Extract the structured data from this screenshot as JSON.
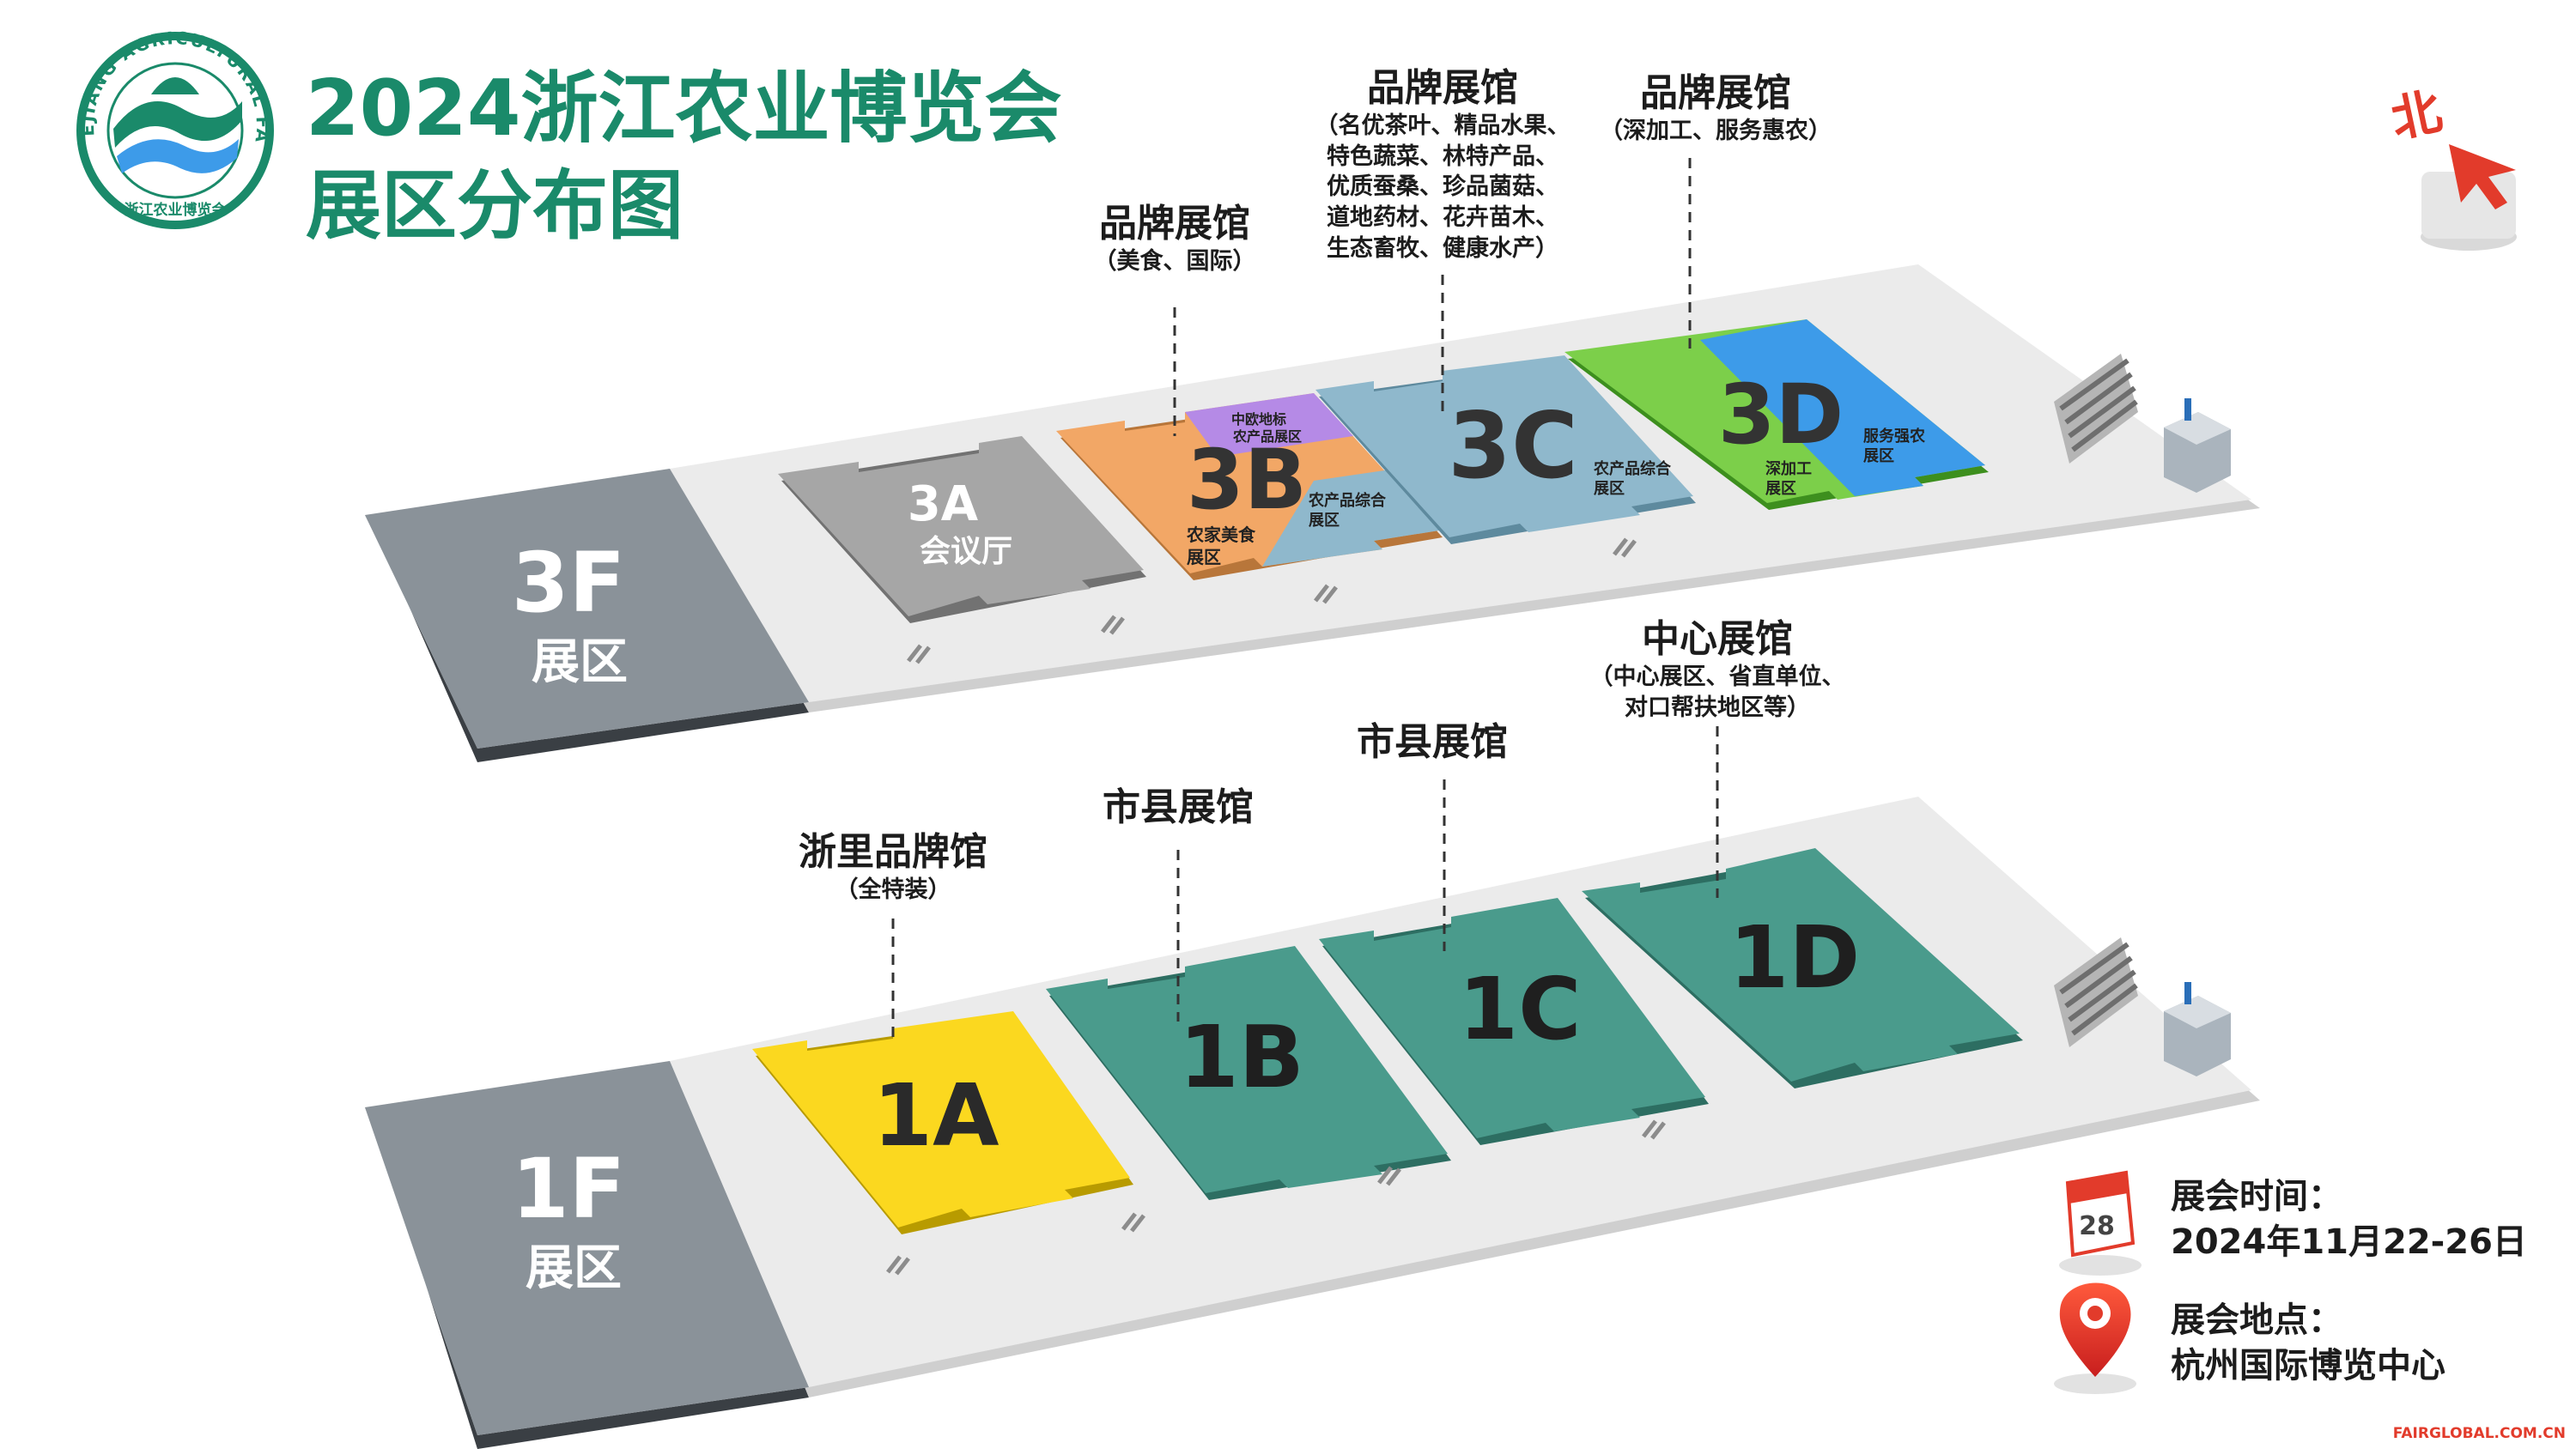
{
  "header": {
    "logo_ring_text": "ZHEJIANG AGRICULTURAL FAIR",
    "logo_bottom_text": "浙江农业博览会",
    "title_line1": "2024浙江农业博览会",
    "title_line2": "展区分布图"
  },
  "compass": {
    "label": "北"
  },
  "floors": [
    {
      "id": "3F",
      "name": "3F",
      "subtitle": "展区"
    },
    {
      "id": "1F",
      "name": "1F",
      "subtitle": "展区"
    }
  ],
  "halls": [
    {
      "id": "3A",
      "label": "3A",
      "sub": "会议厅",
      "color": "#a6a6a6"
    },
    {
      "id": "3B",
      "label": "3B",
      "color": "#f2a766",
      "zones": [
        {
          "name": "中欧地标农产品展区",
          "line1": "中欧地标",
          "line2": "农产品展区",
          "color": "#b58ae6"
        },
        {
          "name": "农产品综合展区",
          "line1": "农产品综合",
          "line2": "展区",
          "color": "#8fb8cc"
        },
        {
          "name": "农家美食展区",
          "line1": "农家美食",
          "line2": "展区",
          "color": "#f2a766"
        }
      ]
    },
    {
      "id": "3C",
      "label": "3C",
      "color": "#8fb8cc",
      "zones": [
        {
          "name": "农产品综合展区",
          "line1": "农产品综合",
          "line2": "展区"
        }
      ]
    },
    {
      "id": "3D",
      "label": "3D",
      "color": "#7ccf4a",
      "zones": [
        {
          "name": "深加工展区",
          "line1": "深加工",
          "line2": "展区",
          "color": "#7ccf4a"
        },
        {
          "name": "服务强农展区",
          "line1": "服务强农",
          "line2": "展区",
          "color": "#3d9be9"
        }
      ]
    },
    {
      "id": "1A",
      "label": "1A",
      "color": "#fbd81f"
    },
    {
      "id": "1B",
      "label": "1B",
      "color": "#4a9b8c"
    },
    {
      "id": "1C",
      "label": "1C",
      "color": "#4a9b8c"
    },
    {
      "id": "1D",
      "label": "1D",
      "color": "#4a9b8c"
    }
  ],
  "pavilions": {
    "p3b": {
      "title": "品牌展馆",
      "sub": [
        "（美食、国际）"
      ]
    },
    "p3c": {
      "title": "品牌展馆",
      "sub": [
        "（名优茶叶、精品水果、",
        "特色蔬菜、林特产品、",
        "优质蚕桑、珍品菌菇、",
        "道地药材、花卉苗木、",
        "生态畜牧、健康水产）"
      ]
    },
    "p3d": {
      "title": "品牌展馆",
      "sub": [
        "（深加工、服务惠农）"
      ]
    },
    "p1a": {
      "title": "浙里品牌馆",
      "sub": [
        "（全特装）"
      ]
    },
    "p1b": {
      "title": "市县展馆",
      "sub": []
    },
    "p1c": {
      "title": "市县展馆",
      "sub": []
    },
    "p1d": {
      "title": "中心展馆",
      "sub": [
        "（中心展区、省直单位、",
        "对口帮扶地区等）"
      ]
    }
  },
  "info": {
    "time_label": "展会时间：",
    "time_value": "2024年11月22-26日",
    "calendar_day": "28",
    "place_label": "展会地点：",
    "place_value": "杭州国际博览中心"
  },
  "watermark": "FAIRGLOBAL.COM.CN",
  "colors": {
    "brand_green": "#1a8a6a",
    "floor_band": "#8a9299",
    "floor_base": "#ebebeb",
    "accent_red": "#e23b2b"
  }
}
